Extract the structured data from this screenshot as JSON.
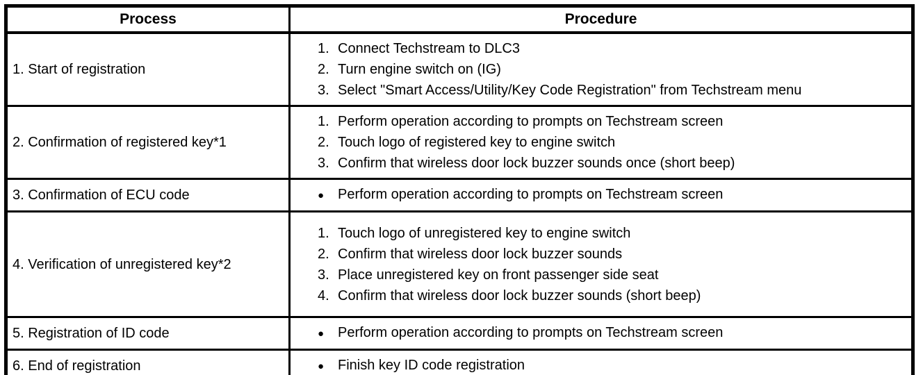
{
  "table": {
    "headers": [
      "Process",
      "Procedure"
    ],
    "bullet_glyph": "●",
    "rows": [
      {
        "process": "1. Start of registration",
        "list_style": "numbered",
        "steps": [
          "Connect Techstream to DLC3",
          "Turn engine switch on (IG)",
          "Select \"Smart Access/Utility/Key Code Registration\" from Techstream menu"
        ]
      },
      {
        "process": "2. Confirmation of registered key*1",
        "list_style": "numbered",
        "steps": [
          "Perform operation according to prompts on Techstream screen",
          "Touch logo of registered key to engine switch",
          "Confirm that wireless door lock buzzer sounds once (short beep)"
        ]
      },
      {
        "process": "3. Confirmation of ECU code",
        "list_style": "bullet",
        "steps": [
          "Perform operation according to prompts on Techstream screen"
        ]
      },
      {
        "process": "4. Verification of unregistered key*2",
        "list_style": "numbered",
        "steps": [
          "Touch logo of unregistered key to engine switch",
          "Confirm that wireless door lock buzzer sounds",
          "Place unregistered key on front passenger side seat",
          "Confirm that wireless door lock buzzer sounds (short beep)"
        ]
      },
      {
        "process": "5. Registration of ID code",
        "list_style": "bullet",
        "steps": [
          "Perform operation according to prompts on Techstream screen"
        ]
      },
      {
        "process": "6. End of registration",
        "list_style": "bullet",
        "steps": [
          "Finish key ID code registration"
        ]
      }
    ]
  },
  "colors": {
    "border": "#000000",
    "text": "#000000",
    "background": "#ffffff"
  }
}
